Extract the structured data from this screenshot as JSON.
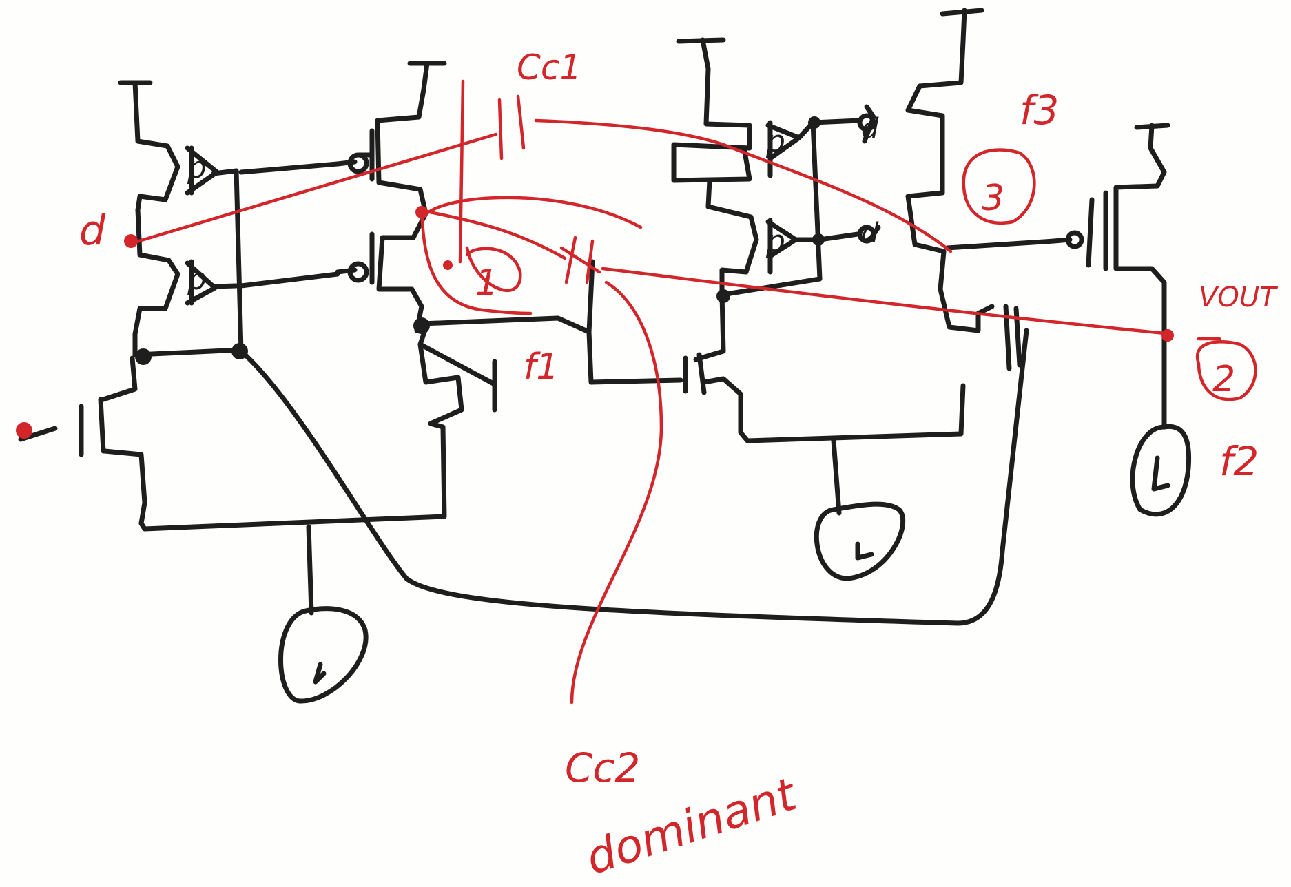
{
  "colors": {
    "ink": "#1e1e1e",
    "annotation": "#d2262b",
    "paper": "#fefefc"
  },
  "transistor_labels": {
    "pmos": "p",
    "pmos_diode": "d"
  },
  "annotations": {
    "cc1": "Cc1",
    "cc2": "Cc2",
    "dominant": "dominant",
    "f1": "f1",
    "f2": "f2",
    "f3": "f3",
    "vout": "VOUT",
    "node1": "1",
    "node2": "2",
    "node3": "3",
    "d_left": "d"
  }
}
